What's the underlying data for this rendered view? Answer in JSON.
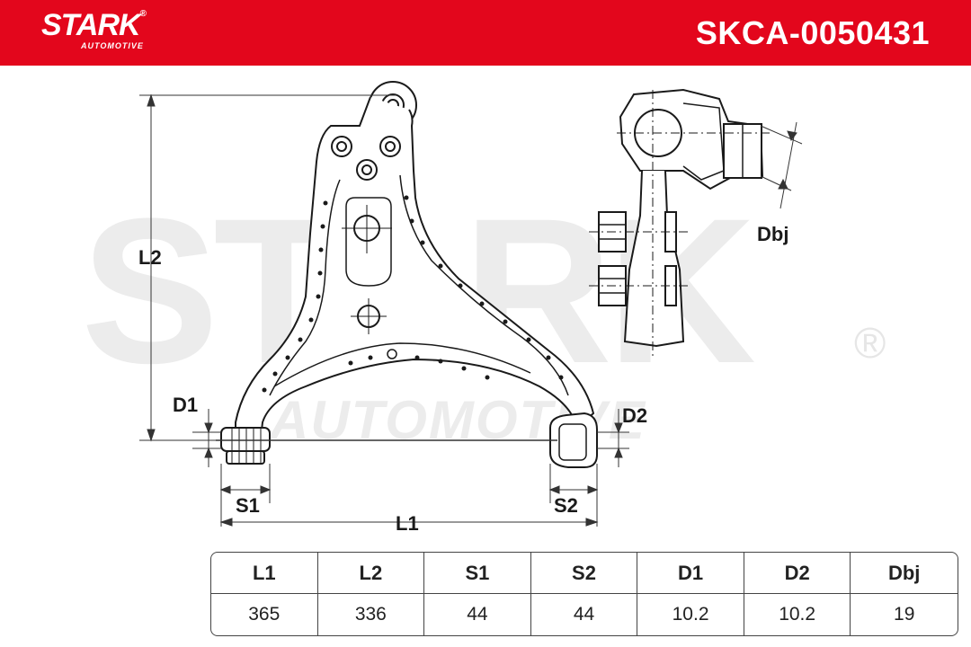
{
  "header": {
    "brand": "STARK",
    "brand_reg": "®",
    "brand_sub": "AUTOMOTIVE",
    "part_number": "SKCA-0050431",
    "bg_color": "#e3061c"
  },
  "watermark": {
    "text": "STARK",
    "sub": "AUTOMOTIVE",
    "reg": "®"
  },
  "dimension_labels": {
    "l2": "L2",
    "d1": "D1",
    "d2": "D2",
    "s1": "S1",
    "s2": "S2",
    "l1": "L1",
    "dbj": "Dbj"
  },
  "spec_table": {
    "headers": [
      "L1",
      "L2",
      "S1",
      "S2",
      "D1",
      "D2",
      "Dbj"
    ],
    "values": [
      "365",
      "336",
      "44",
      "44",
      "10.2",
      "10.2",
      "19"
    ]
  }
}
